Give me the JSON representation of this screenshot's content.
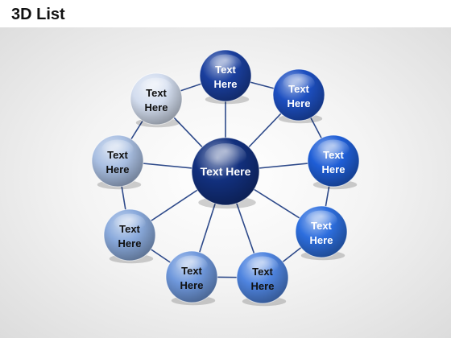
{
  "page": {
    "title": "3D List"
  },
  "hub": {
    "label": "Text Here",
    "color": "#12307e"
  },
  "nodes": [
    {
      "line1": "Text",
      "line2": "Here",
      "color": "#1a3f9e",
      "text_color": "#ffffff"
    },
    {
      "line1": "Text",
      "line2": "Here",
      "color": "#1d4fc0",
      "text_color": "#ffffff"
    },
    {
      "line1": "Text",
      "line2": "Here",
      "color": "#1f5ed6",
      "text_color": "#ffffff"
    },
    {
      "line1": "Text",
      "line2": "Here",
      "color": "#2d6ede",
      "text_color": "#ffffff"
    },
    {
      "line1": "Text",
      "line2": "Here",
      "color": "#4f84df",
      "text_color": "#111111"
    },
    {
      "line1": "Text",
      "line2": "Here",
      "color": "#6f98dc",
      "text_color": "#111111"
    },
    {
      "line1": "Text",
      "line2": "Here",
      "color": "#8aaadc",
      "text_color": "#111111"
    },
    {
      "line1": "Text",
      "line2": "Here",
      "color": "#a9bfe2",
      "text_color": "#111111"
    },
    {
      "line1": "Text",
      "line2": "Here",
      "color": "#d3ddef",
      "text_color": "#111111"
    }
  ]
}
